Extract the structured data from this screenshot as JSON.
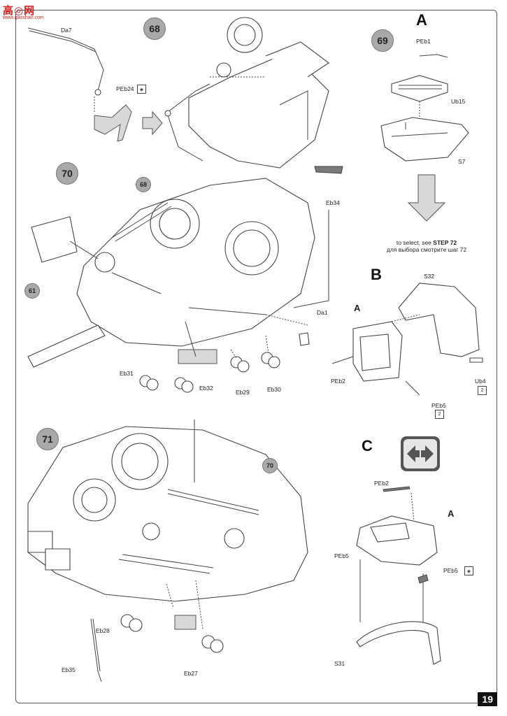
{
  "watermark": {
    "chars": "高◎网",
    "url": "www.gaoshan.com"
  },
  "steps": {
    "s68": "68",
    "s69": "69",
    "s70": "70",
    "s71": "71",
    "s61": "61",
    "ref68": "68",
    "ref70": "70"
  },
  "sections": {
    "a": "A",
    "b": "B",
    "c": "C"
  },
  "labels": {
    "da7": "Da7",
    "peb24": "PEb24",
    "peb1": "PEb1",
    "ub15": "Ub15",
    "s7": "S7",
    "eb34": "Eb34",
    "da1": "Da1",
    "eb31": "Eb31",
    "eb32": "Eb32",
    "eb29": "Eb29",
    "eb30": "Eb30",
    "s32": "S32",
    "a_b": "A",
    "peb2_b": "PEb2",
    "ub4": "Ub4",
    "peb5_b": "PEb5",
    "peb2_c": "PEb2",
    "a_c": "A",
    "peb5_c1": "PEb5",
    "peb5_c2": "PEb5",
    "s31": "S31",
    "eb28": "Eb28",
    "eb35": "Eb35",
    "eb27": "Eb27"
  },
  "badges": {
    "ub4_count": "2",
    "peb5_count": "2"
  },
  "note": {
    "line1_prefix": "to select, see ",
    "line1_bold": "STEP 72",
    "line2": "для выбора смотрите шаг 72"
  },
  "page_number": "19",
  "icons": {
    "photo_etch": "photo-etch-icon",
    "alternate": "alternate-arrows-icon"
  }
}
